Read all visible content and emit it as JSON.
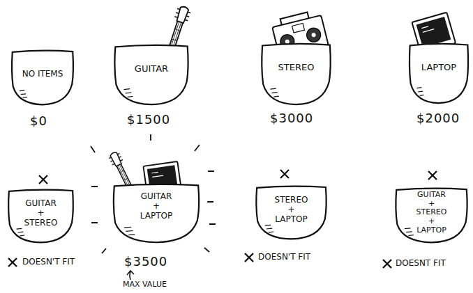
{
  "diagram": {
    "nodes": [
      {
        "text": [
          "NO ITEMS",
          "$0"
        ]
      },
      {
        "text": [
          "GUITAR",
          "$1500"
        ]
      },
      {
        "text": [
          "STEREO",
          "$3000"
        ]
      },
      {
        "text": [
          "LAPTOP",
          "$2000"
        ]
      },
      {
        "text": [
          "GUITAR + STEREO",
          "DOESN'T FIT"
        ]
      },
      {
        "text": [
          "GUITAR + LAPTOP",
          "$3500"
        ]
      },
      {
        "text": [
          "STEREO + LAPTOP",
          "DOESN'T FIT"
        ]
      },
      {
        "text": [
          "GUITAR + STEREO + LAPTOP",
          "DOESNT FIT"
        ]
      }
    ],
    "labels": [
      "MAX VALUE"
    ]
  }
}
